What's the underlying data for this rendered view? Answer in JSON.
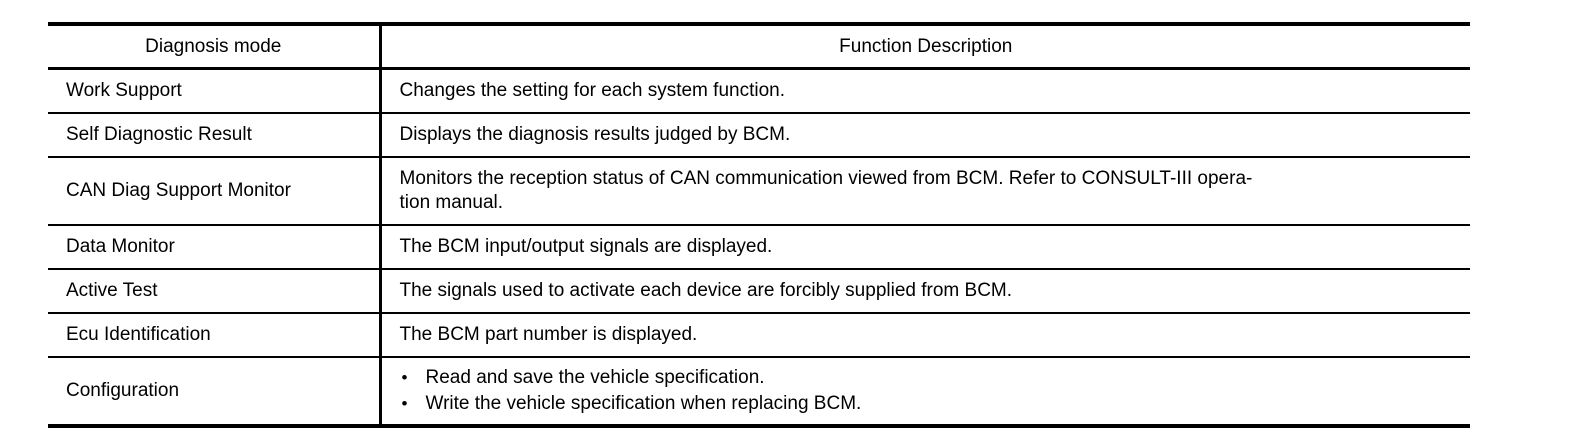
{
  "table": {
    "headers": {
      "mode": "Diagnosis mode",
      "description": "Function Description"
    },
    "rows": [
      {
        "mode": "Work Support",
        "description_lines": [
          "Changes the setting for each system function."
        ],
        "bullets": []
      },
      {
        "mode": "Self Diagnostic Result",
        "description_lines": [
          "Displays the diagnosis results judged by BCM."
        ],
        "bullets": []
      },
      {
        "mode": "CAN Diag Support Monitor",
        "description_lines": [
          "Monitors the reception status of CAN communication viewed from BCM. Refer to CONSULT-III opera-",
          "tion manual."
        ],
        "bullets": []
      },
      {
        "mode": "Data Monitor",
        "description_lines": [
          "The BCM input/output signals are displayed."
        ],
        "bullets": []
      },
      {
        "mode": "Active Test",
        "description_lines": [
          "The signals used to activate each device are forcibly supplied from BCM."
        ],
        "bullets": []
      },
      {
        "mode": "Ecu Identification",
        "description_lines": [
          "The BCM part number is displayed."
        ],
        "bullets": []
      },
      {
        "mode": "Configuration",
        "description_lines": [],
        "bullets": [
          "Read and save the vehicle specification.",
          "Write the vehicle specification when replacing BCM."
        ]
      }
    ],
    "bullet_glyph": "•"
  },
  "colors": {
    "text": "#000000",
    "background": "#ffffff",
    "rule": "#000000"
  }
}
